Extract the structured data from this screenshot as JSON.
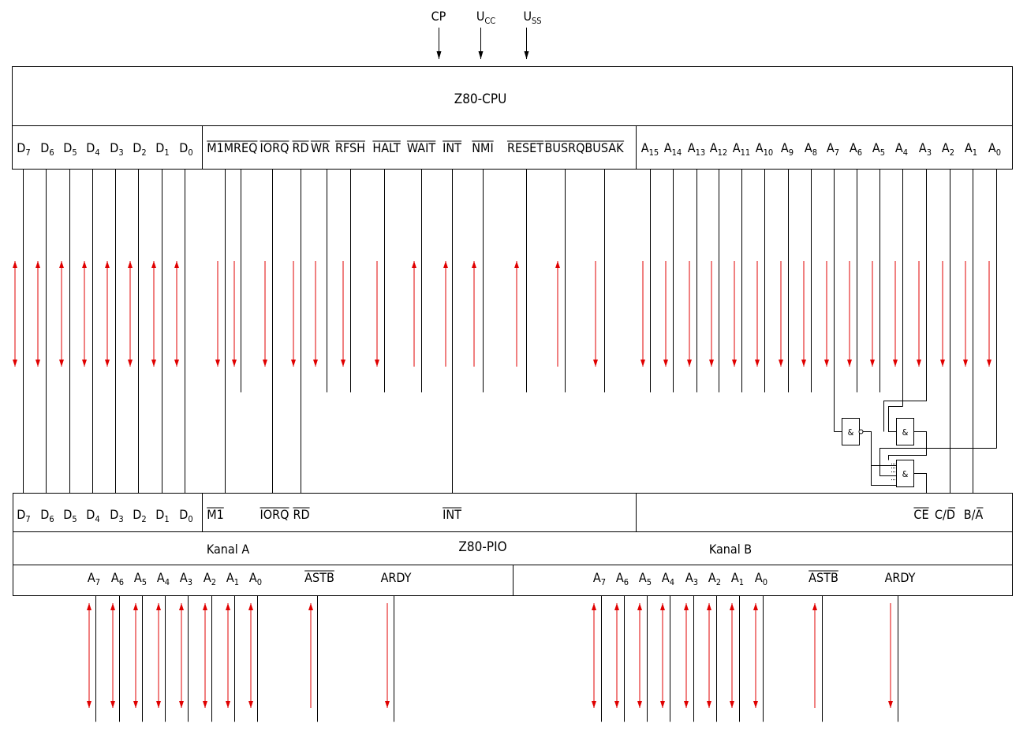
{
  "cpu": {
    "title": "Z80-CPU",
    "power_inputs": [
      {
        "name": "CP"
      },
      {
        "name": "U",
        "sub": "CC"
      },
      {
        "name": "U",
        "sub": "SS"
      }
    ],
    "data_pins": [
      {
        "name": "D",
        "sub": "7"
      },
      {
        "name": "D",
        "sub": "6"
      },
      {
        "name": "D",
        "sub": "5"
      },
      {
        "name": "D",
        "sub": "4"
      },
      {
        "name": "D",
        "sub": "3"
      },
      {
        "name": "D",
        "sub": "2"
      },
      {
        "name": "D",
        "sub": "1"
      },
      {
        "name": "D",
        "sub": "0"
      }
    ],
    "control_pins": [
      {
        "name": "M1",
        "overline": true
      },
      {
        "name": "MREQ",
        "overline": true
      },
      {
        "name": "IORQ",
        "overline": true
      },
      {
        "name": "RD",
        "overline": true
      },
      {
        "name": "WR",
        "overline": true
      },
      {
        "name": "RFSH",
        "overline": true
      },
      {
        "name": "HALT",
        "overline": true
      },
      {
        "name": "WAIT",
        "overline": true
      },
      {
        "name": "INT",
        "overline": true
      },
      {
        "name": "NMI",
        "overline": true
      },
      {
        "name": "RESET",
        "overline": true
      },
      {
        "name": "BUSRQ",
        "overline": true
      },
      {
        "name": "BUSAK",
        "overline": true
      }
    ],
    "address_pins": [
      {
        "name": "A",
        "sub": "15"
      },
      {
        "name": "A",
        "sub": "14"
      },
      {
        "name": "A",
        "sub": "13"
      },
      {
        "name": "A",
        "sub": "12"
      },
      {
        "name": "A",
        "sub": "11"
      },
      {
        "name": "A",
        "sub": "10"
      },
      {
        "name": "A",
        "sub": "9"
      },
      {
        "name": "A",
        "sub": "8"
      },
      {
        "name": "A",
        "sub": "7"
      },
      {
        "name": "A",
        "sub": "6"
      },
      {
        "name": "A",
        "sub": "5"
      },
      {
        "name": "A",
        "sub": "4"
      },
      {
        "name": "A",
        "sub": "3"
      },
      {
        "name": "A",
        "sub": "2"
      },
      {
        "name": "A",
        "sub": "1"
      },
      {
        "name": "A",
        "sub": "0"
      }
    ]
  },
  "pio": {
    "title": "Z80-PIO",
    "data_pins": [
      {
        "name": "D",
        "sub": "7"
      },
      {
        "name": "D",
        "sub": "6"
      },
      {
        "name": "D",
        "sub": "5"
      },
      {
        "name": "D",
        "sub": "4"
      },
      {
        "name": "D",
        "sub": "3"
      },
      {
        "name": "D",
        "sub": "2"
      },
      {
        "name": "D",
        "sub": "1"
      },
      {
        "name": "D",
        "sub": "0"
      }
    ],
    "control_pins": [
      {
        "name": "M1",
        "overline": true
      },
      {
        "name": "IORQ",
        "overline": true
      },
      {
        "name": "RD",
        "overline": true
      },
      {
        "name": "INT",
        "overline": true
      }
    ],
    "select_pins": [
      {
        "name": "CE",
        "overline": true
      },
      {
        "name": "C/D",
        "overline_from": 2
      },
      {
        "name": "B/A",
        "overline_from": 2
      }
    ],
    "channel_a": {
      "label": "Kanal A",
      "pins": [
        {
          "name": "A",
          "sub": "7"
        },
        {
          "name": "A",
          "sub": "6"
        },
        {
          "name": "A",
          "sub": "5"
        },
        {
          "name": "A",
          "sub": "4"
        },
        {
          "name": "A",
          "sub": "3"
        },
        {
          "name": "A",
          "sub": "2"
        },
        {
          "name": "A",
          "sub": "1"
        },
        {
          "name": "A",
          "sub": "0"
        }
      ],
      "strobe": {
        "name": "ASTB",
        "overline": true
      },
      "ready": {
        "name": "ARDY"
      }
    },
    "channel_b": {
      "label": "Kanal B",
      "pins": [
        {
          "name": "A",
          "sub": "7"
        },
        {
          "name": "A",
          "sub": "6"
        },
        {
          "name": "A",
          "sub": "5"
        },
        {
          "name": "A",
          "sub": "4"
        },
        {
          "name": "A",
          "sub": "3"
        },
        {
          "name": "A",
          "sub": "2"
        },
        {
          "name": "A",
          "sub": "1"
        },
        {
          "name": "A",
          "sub": "0"
        }
      ],
      "strobe": {
        "name": "ASTB",
        "overline": true
      },
      "ready": {
        "name": "ARDY"
      }
    }
  },
  "gates": [
    {
      "symbol": "&"
    },
    {
      "symbol": "&"
    },
    {
      "symbol": "&"
    }
  ],
  "colors": {
    "line": "#000000",
    "signal_arrow": "#e00000"
  }
}
